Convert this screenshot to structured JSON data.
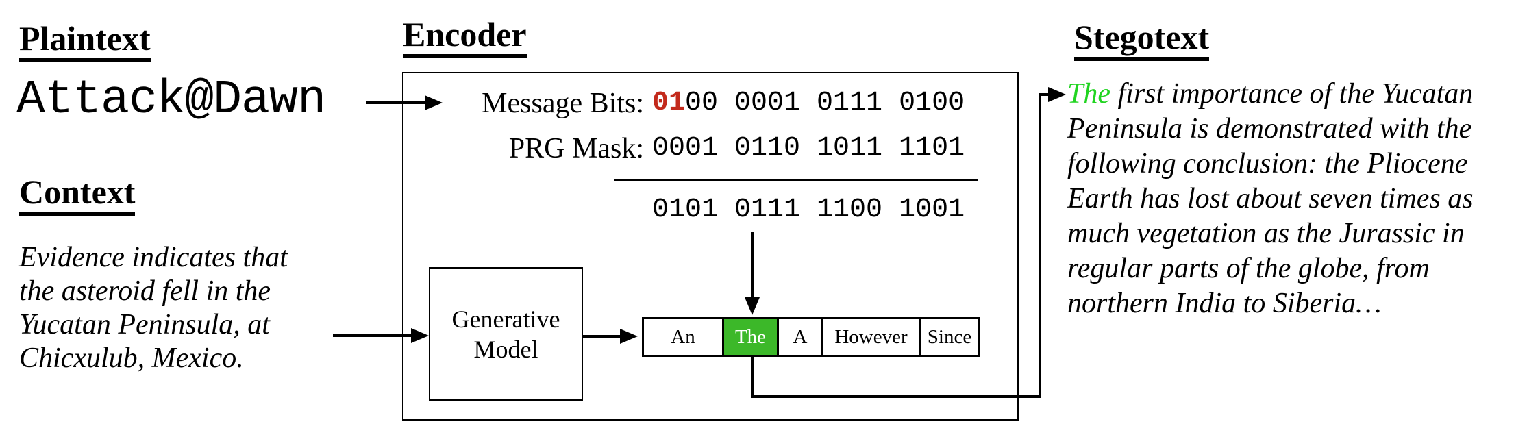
{
  "palette": {
    "bit_highlight_red": "#c32a1c",
    "token_selected_green": "#3cb829",
    "stego_highlight_green": "#21d421",
    "ink": "#000000",
    "background": "#ffffff"
  },
  "plaintext": {
    "heading": "Plaintext",
    "value": "Attack@Dawn"
  },
  "context": {
    "heading": "Context",
    "lines": [
      "Evidence indicates that",
      "the asteroid fell in the",
      "Yucatan Peninsula, at",
      "Chicxulub, Mexico."
    ]
  },
  "encoder": {
    "heading": "Encoder",
    "message_bits": {
      "label": "Message Bits:",
      "highlight": "01",
      "rest": "00 0001 0111 0100"
    },
    "prg_mask": {
      "label": "PRG Mask:",
      "bits": "0001 0110 1011 1101"
    },
    "xor_result": "0101 0111 1100 1001",
    "model": {
      "line1": "Generative",
      "line2": "Model"
    },
    "tokens": [
      {
        "label": "An",
        "selected": false
      },
      {
        "label": "The",
        "selected": true
      },
      {
        "label": "A",
        "selected": false
      },
      {
        "label": "However",
        "selected": false
      },
      {
        "label": "Since",
        "selected": false
      }
    ]
  },
  "stegotext": {
    "heading": "Stegotext",
    "highlight": "The",
    "line1_rest": " first importance of the Yucatan",
    "lines": [
      "Peninsula is demonstrated with the",
      "following conclusion: the Pliocene",
      "Earth has lost about seven times as",
      "much vegetation as the Jurassic in",
      "regular parts of the globe, from",
      "northern India to Siberia…"
    ]
  }
}
